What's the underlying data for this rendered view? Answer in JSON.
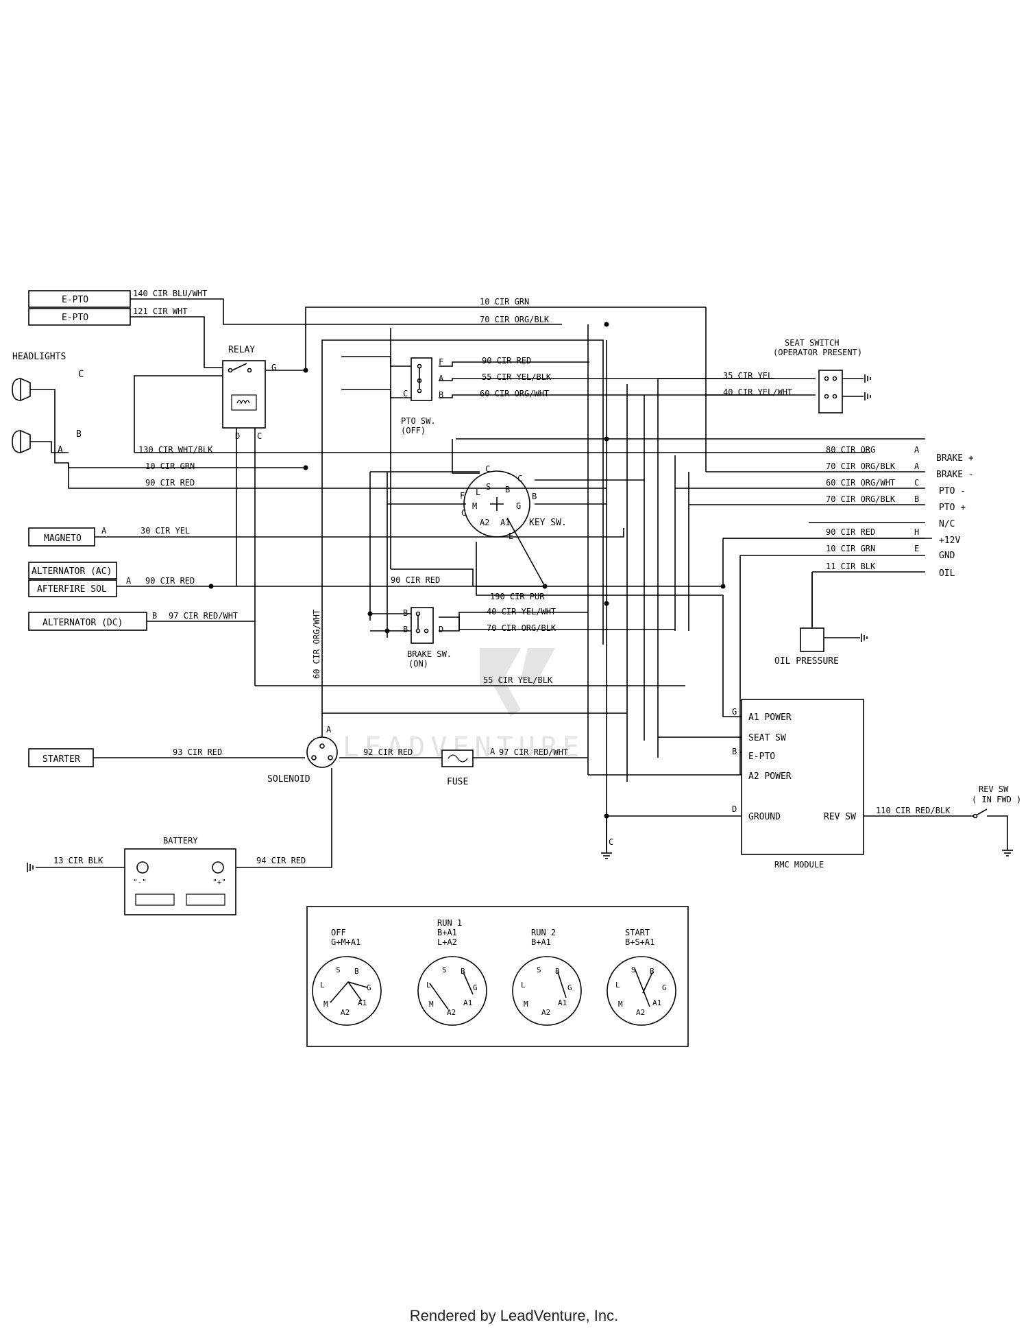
{
  "footer": "Rendered by LeadVenture, Inc.",
  "watermark": "LEADVENTURE",
  "blocks": {
    "epto_top": "E-PTO",
    "epto_bottom": "E-PTO",
    "headlights": "HEADLIGHTS",
    "magneto": "MAGNETO",
    "alternator_ac": "ALTERNATOR (AC)",
    "afterfire_sol": "AFTERFIRE SOL",
    "alternator_dc": "ALTERNATOR (DC)",
    "starter": "STARTER",
    "battery": "BATTERY",
    "battery_neg": "\"-\"",
    "battery_pos": "\"+\"",
    "relay": "RELAY",
    "pto_sw": "PTO SW.",
    "pto_sw_state": "(OFF)",
    "brake_sw": "BRAKE SW.",
    "brake_sw_state": "(ON)",
    "key_sw": "KEY SW.",
    "seat_switch": "SEAT SWITCH",
    "seat_switch_sub": "(OPERATOR PRESENT)",
    "oil_pressure": "OIL PRESSURE",
    "solenoid": "SOLENOID",
    "fuse": "FUSE",
    "rmc_module": "RMC MODULE",
    "rev_sw": "REV SW",
    "rev_sw_sub": "( IN FWD )"
  },
  "rmc_pins": {
    "a1_power": "A1 POWER",
    "seat_sw": "SEAT SW",
    "e_pto": "E-PTO",
    "a2_power": "A2 POWER",
    "ground": "GROUND",
    "rev_sw": "REV SW"
  },
  "connectors": {
    "brake_plus": "BRAKE +",
    "brake_minus": "BRAKE -",
    "pto_minus": "PTO -",
    "pto_plus": "PTO +",
    "nc": "N/C",
    "plus12v": "+12V",
    "gnd": "GND",
    "oil": "OIL"
  },
  "wires": {
    "w140": "140 CIR BLU/WHT",
    "w121": "121 CIR WHT",
    "w10_top": "10 CIR GRN",
    "w70_top": "70 CIR ORG/BLK",
    "w90_pto": "90 CIR RED",
    "w55_pto": "55 CIR YEL/BLK",
    "w60_pto": "60 CIR ORG/WHT",
    "w35": "35 CIR YEL",
    "w40_seat": "40 CIR YEL/WHT",
    "w130": "130 CIR WHT/BLK",
    "w10_left": "10 CIR GRN",
    "w90_left": "90 CIR RED",
    "w30": "30 CIR YEL",
    "w90_alt": "90 CIR RED",
    "w97_dc": "97 CIR RED/WHT",
    "w80_r": "80 CIR ORG",
    "w70_r1": "70 CIR ORG/BLK",
    "w60_r": "60 CIR ORG/WHT",
    "w70_r2": "70 CIR ORG/BLK",
    "w90_r": "90 CIR RED",
    "w10_r": "10 CIR GRN",
    "w11": "11 CIR BLK",
    "w90_mid": "90 CIR RED",
    "w190": "190 CIR PUR",
    "w40_brake": "40 CIR YEL/WHT",
    "w70_brake": "70 CIR ORG/BLK",
    "w55_low": "55 CIR YEL/BLK",
    "w60_vert": "60 CIR ORG/WHT",
    "w93": "93 CIR RED",
    "w92": "92 CIR RED",
    "w97_fuse": "97 CIR RED/WHT",
    "w13": "13 CIR BLK",
    "w94": "94 CIR RED",
    "w110": "110 CIR RED/BLK"
  },
  "terminals": {
    "C": "C",
    "B": "B",
    "A": "A",
    "G": "G",
    "D": "D",
    "E": "E",
    "F": "F",
    "H": "H",
    "S": "S",
    "L": "L",
    "M": "M",
    "A1": "A1",
    "A2": "A2"
  },
  "key_positions": [
    {
      "name": "OFF",
      "combo": "G+M+A1",
      "combo2": ""
    },
    {
      "name": "RUN 1",
      "combo": "B+A1",
      "combo2": "L+A2"
    },
    {
      "name": "RUN 2",
      "combo": "B+A1",
      "combo2": ""
    },
    {
      "name": "START",
      "combo": "B+S+A1",
      "combo2": ""
    }
  ]
}
